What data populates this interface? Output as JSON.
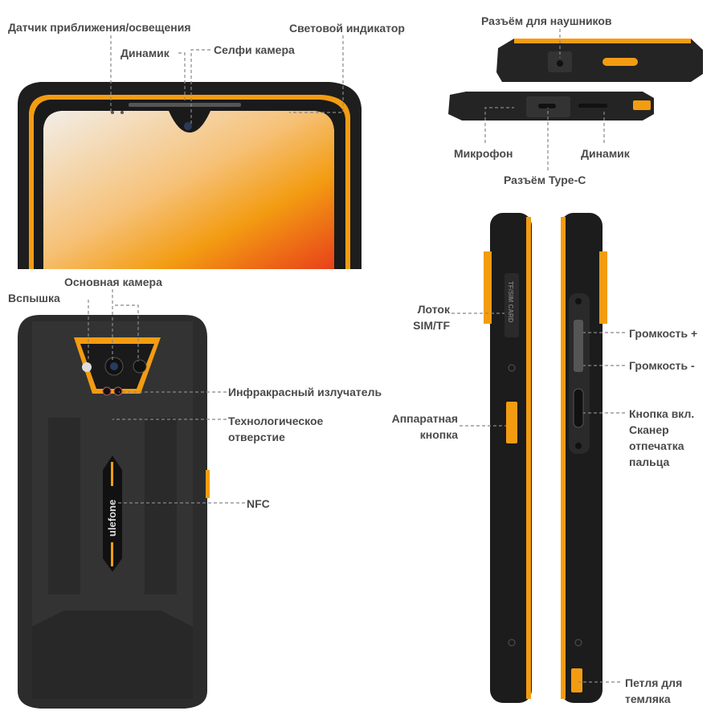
{
  "brand": {
    "logo_text": "ulefone",
    "sim_tray_text": "TF/SIM CARD"
  },
  "colors": {
    "accent": "#f39c12",
    "body": "#2b2b2b",
    "label": "#4a4a4a",
    "leader": "#888888"
  },
  "front": {
    "proximity_sensor": "Датчик приближения/освещения",
    "indicator": "Световой индикатор",
    "speaker": "Динамик",
    "selfie_camera": "Селфи камера"
  },
  "ends": {
    "headphone_jack": "Разъём для наушников",
    "microphone": "Микрофон",
    "speaker": "Динамик",
    "type_c": "Разъём Type-C"
  },
  "back": {
    "main_camera": "Основная камера",
    "flash": "Вспышка",
    "ir_emitter": "Инфракрасный излучатель",
    "tech_hole_line1": "Технологическое",
    "tech_hole_line2": "отверстие",
    "nfc": "NFC"
  },
  "sides": {
    "sim_tray_line1": "Лоток",
    "sim_tray_line2": "SIM/TF",
    "hw_button_line1": "Аппаратная",
    "hw_button_line2": "кнопка",
    "volume_up": "Громкость +",
    "volume_down": "Громкость -",
    "power_line1": "Кнопка вкл.",
    "power_line2": "Сканер",
    "power_line3": "отпечатка",
    "power_line4": "пальца",
    "lanyard_line1": "Петля для",
    "lanyard_line2": "темляка"
  }
}
